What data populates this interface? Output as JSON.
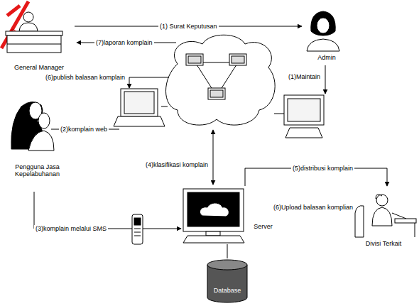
{
  "diagram": {
    "nodes": [
      {
        "text": [
          "General Manager"
        ]
      },
      {
        "text": [
          "Admin"
        ]
      },
      {
        "text": [
          "Pengguna Jasa Kepelabuhanan"
        ]
      },
      {
        "text": [
          "Server"
        ]
      },
      {
        "text": [
          "Divisi Terkait"
        ]
      },
      {
        "text": [
          "Database"
        ]
      }
    ],
    "edges": [
      {
        "from": 0,
        "to": 1,
        "label": "(1) Surat Keputusan",
        "arrow": "to"
      },
      {
        "from": 2,
        "to": 3,
        "label": "(3)komplain melalui SMS",
        "arrow": "to"
      },
      {
        "from": 3,
        "to": 4,
        "label": "(5)distribusi komplain",
        "arrow": "to"
      },
      {
        "from": 4,
        "to": 3,
        "label": "(6)Upload balasan komplian",
        "arrow": "to"
      },
      {
        "from": 3,
        "to": 5,
        "arrow": "none"
      }
    ],
    "labels": [
      "(7)laporan komplain",
      "(6)publish balasan komplain",
      "(2)komplain web",
      "(1)Maintain",
      "(4)klasifikasi komplain"
    ]
  }
}
